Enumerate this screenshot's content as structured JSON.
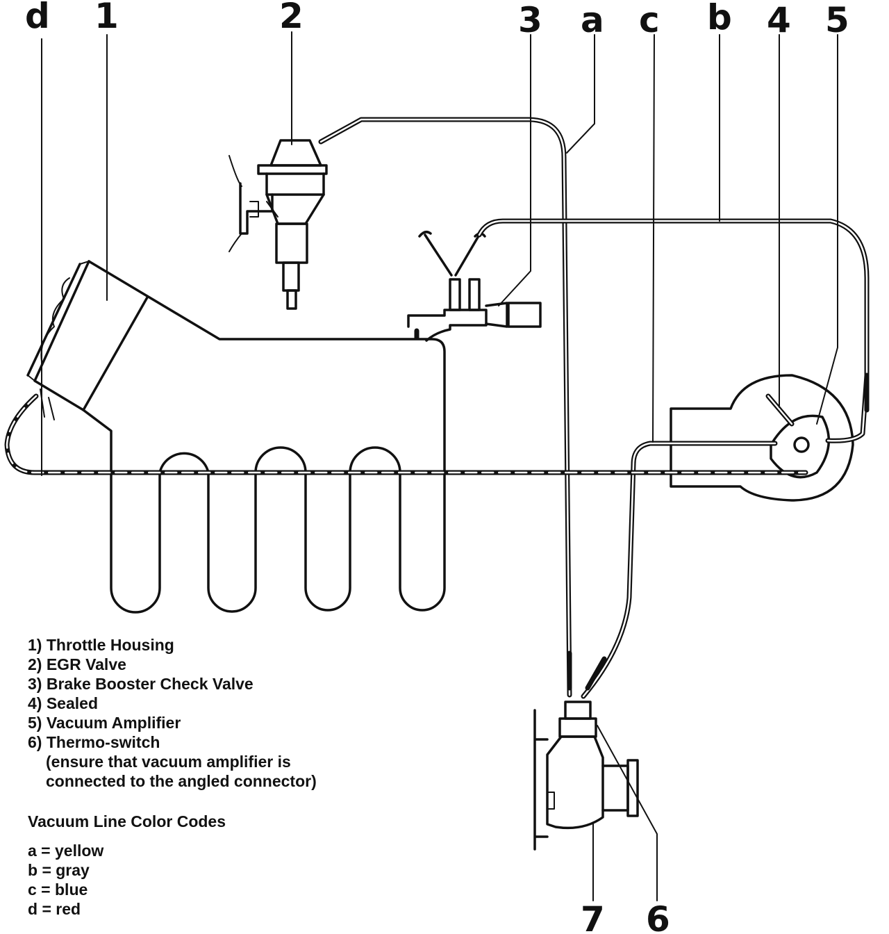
{
  "callouts": {
    "d": "d",
    "n1": "1",
    "n2": "2",
    "n3": "3",
    "a": "a",
    "c": "c",
    "b": "b",
    "n4": "4",
    "n5": "5",
    "n7": "7",
    "n6": "6"
  },
  "legend": {
    "items": [
      "1) Throttle Housing",
      "2) EGR Valve",
      "3) Brake Booster Check Valve",
      "4) Sealed",
      "5) Vacuum Amplifier",
      "6) Thermo-switch"
    ],
    "note_line1": "(ensure that  vacuum  amplifier is",
    "note_line2": "connected  to the angled connector)",
    "color_title": "Vacuum Line Color Codes",
    "colors": [
      "a = yellow",
      "b = gray",
      "c = blue",
      "d = red"
    ]
  }
}
